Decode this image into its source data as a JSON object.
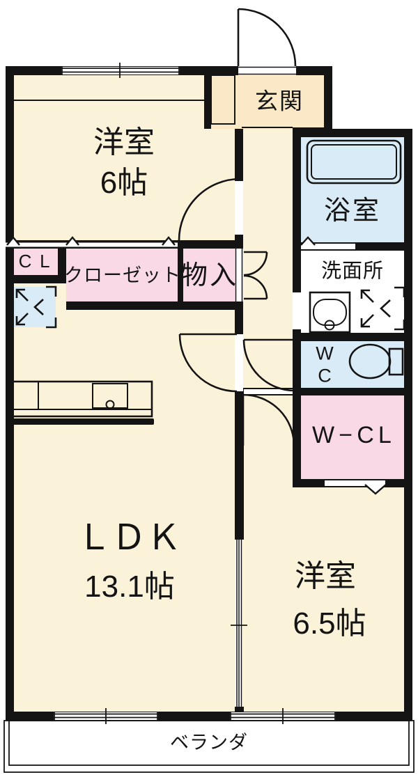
{
  "plan_title": "apartment-floor-plan",
  "rooms": {
    "bedroom1": {
      "name": "洋室",
      "size": "6帖"
    },
    "entrance": {
      "label": "玄関"
    },
    "bathroom": {
      "label": "浴室"
    },
    "washroom": {
      "label": "洗面所"
    },
    "toilet": {
      "line1": "W",
      "line2": "C"
    },
    "walk_in_closet": {
      "label": "W−CL"
    },
    "closet_small": {
      "label": "CL"
    },
    "closet": {
      "label": "クローゼット"
    },
    "storage": {
      "label": "物入"
    },
    "ldk": {
      "name": "ＬＤＫ",
      "size": "13.1帖"
    },
    "bedroom2": {
      "name": "洋室",
      "size": "6.5帖"
    },
    "veranda": {
      "label": "ベランダ"
    }
  },
  "colors": {
    "floor": "#FBF2DA",
    "entrance_floor": "#FAE8C6",
    "closet_pink": "#F9D9E6",
    "water_blue": "#D9EBF7",
    "tub_fill": "#E9F3FB",
    "wall": "#141414",
    "background": "#FFFFFF"
  }
}
